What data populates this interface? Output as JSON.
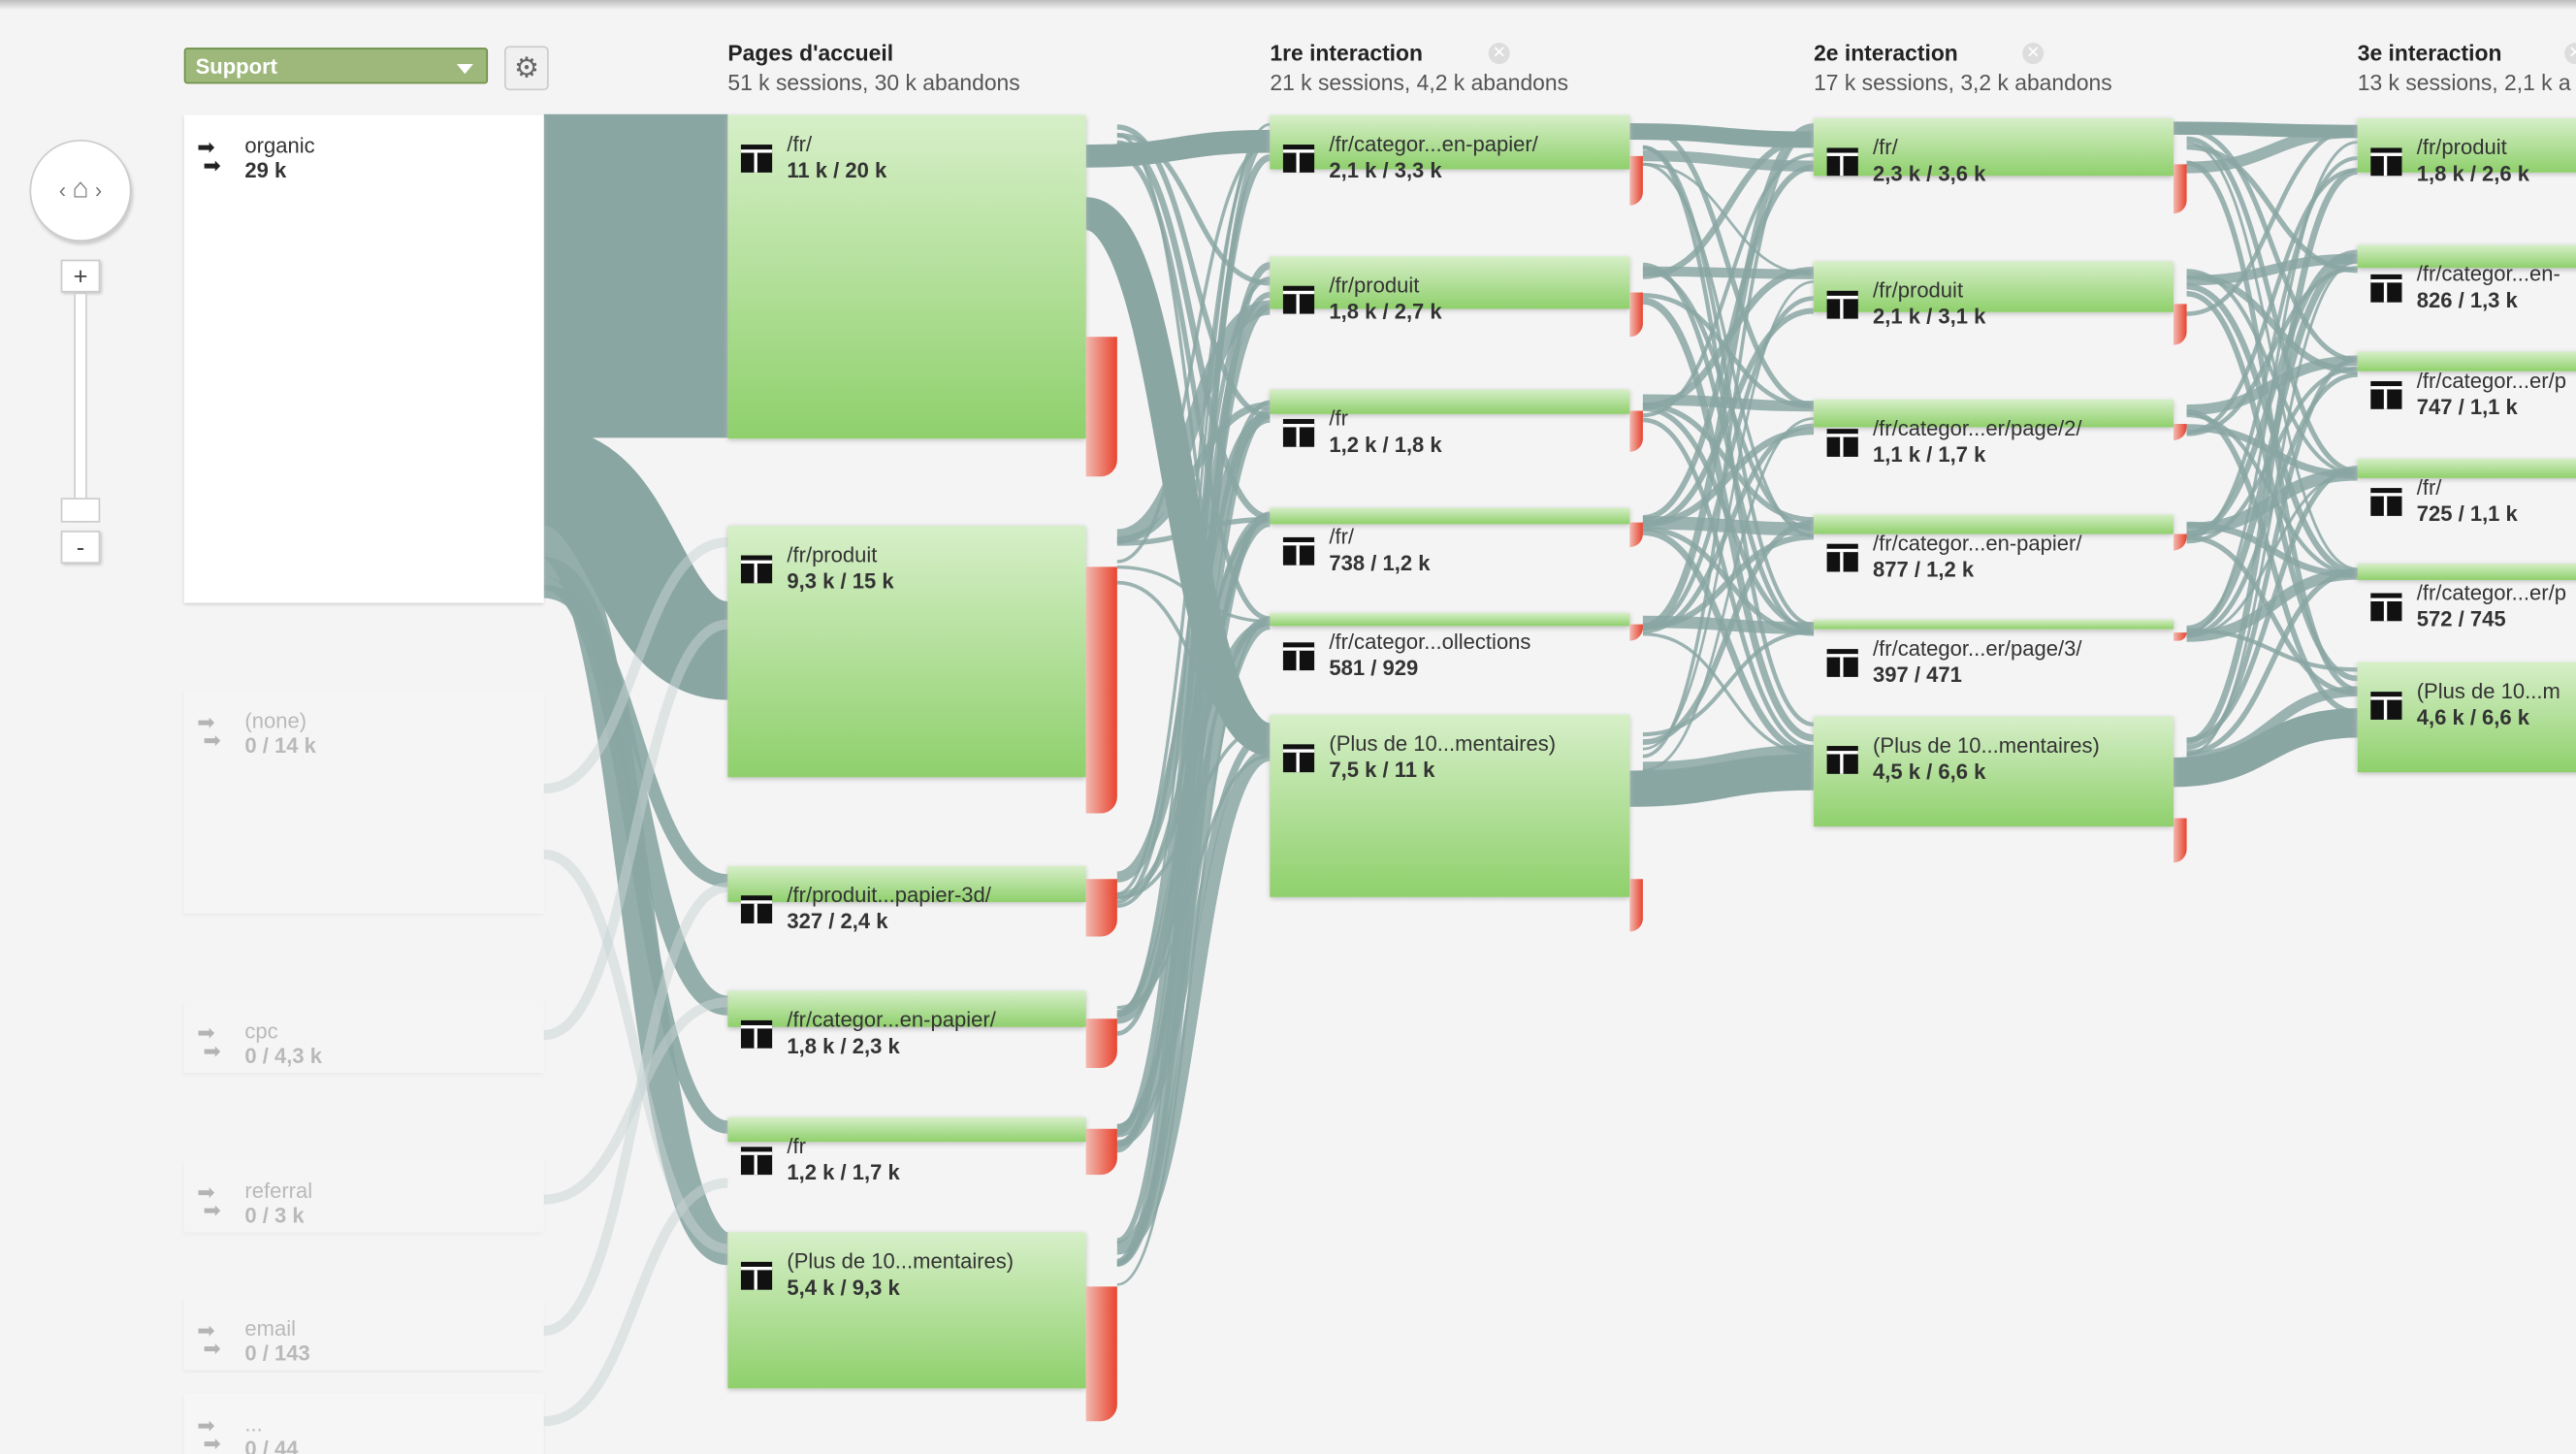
{
  "toolbar": {
    "dimension": "Support",
    "settings_icon": "gear-icon"
  },
  "nav": {
    "home_icon": "home-icon",
    "zoom_in": "+",
    "zoom_out": "-"
  },
  "sources": [
    {
      "name": "organic",
      "value": "29 k"
    },
    {
      "name": "(none)",
      "value": "0 / 14 k"
    },
    {
      "name": "cpc",
      "value": "0 / 4,3 k"
    },
    {
      "name": "referral",
      "value": "0 / 3 k"
    },
    {
      "name": "email",
      "value": "0 / 143"
    },
    {
      "name": "...",
      "value": "0 / 44"
    }
  ],
  "columns": [
    {
      "title": "Pages d'accueil",
      "summary": "51 k sessions, 30 k abandons",
      "nodes": [
        {
          "label": "/fr/",
          "value": "11 k / 20 k"
        },
        {
          "label": "/fr/produit",
          "value": "9,3 k / 15 k"
        },
        {
          "label": "/fr/produit...papier-3d/",
          "value": "327 / 2,4 k"
        },
        {
          "label": "/fr/categor...en-papier/",
          "value": "1,8 k / 2,3 k"
        },
        {
          "label": "/fr",
          "value": "1,2 k / 1,7 k"
        },
        {
          "label": "(Plus de 10...mentaires)",
          "value": "5,4 k / 9,3 k"
        }
      ]
    },
    {
      "title": "1re interaction",
      "summary": "21 k sessions, 4,2 k abandons",
      "nodes": [
        {
          "label": "/fr/categor...en-papier/",
          "value": "2,1 k / 3,3 k"
        },
        {
          "label": "/fr/produit",
          "value": "1,8 k / 2,7 k"
        },
        {
          "label": "/fr",
          "value": "1,2 k / 1,8 k"
        },
        {
          "label": "/fr/",
          "value": "738 / 1,2 k"
        },
        {
          "label": "/fr/categor...ollections",
          "value": "581 / 929"
        },
        {
          "label": "(Plus de 10...mentaires)",
          "value": "7,5 k / 11 k"
        }
      ]
    },
    {
      "title": "2e interaction",
      "summary": "17 k sessions, 3,2 k abandons",
      "nodes": [
        {
          "label": "/fr/",
          "value": "2,3 k / 3,6 k"
        },
        {
          "label": "/fr/produit",
          "value": "2,1 k / 3,1 k"
        },
        {
          "label": "/fr/categor...er/page/2/",
          "value": "1,1 k / 1,7 k"
        },
        {
          "label": "/fr/categor...en-papier/",
          "value": "877 / 1,2 k"
        },
        {
          "label": "/fr/categor...er/page/3/",
          "value": "397 / 471"
        },
        {
          "label": "(Plus de 10...mentaires)",
          "value": "4,5 k / 6,6 k"
        }
      ]
    },
    {
      "title": "3e interaction",
      "summary": "13 k sessions, 2,1 k a",
      "nodes": [
        {
          "label": "/fr/produit",
          "value": "1,8 k / 2,6 k"
        },
        {
          "label": "/fr/categor...en-",
          "value": "826 / 1,3 k"
        },
        {
          "label": "/fr/categor...er/p",
          "value": "747 / 1,1 k"
        },
        {
          "label": "/fr/",
          "value": "725 / 1,1 k"
        },
        {
          "label": "/fr/categor...er/p",
          "value": "572 / 745"
        },
        {
          "label": "(Plus de 10...m",
          "value": "4,6 k / 6,6 k"
        }
      ]
    }
  ],
  "colors": {
    "node": "#8fd06c",
    "link": "#8aa6a3",
    "dropoff": "#e8442f",
    "dropdown": "#9db87a"
  }
}
